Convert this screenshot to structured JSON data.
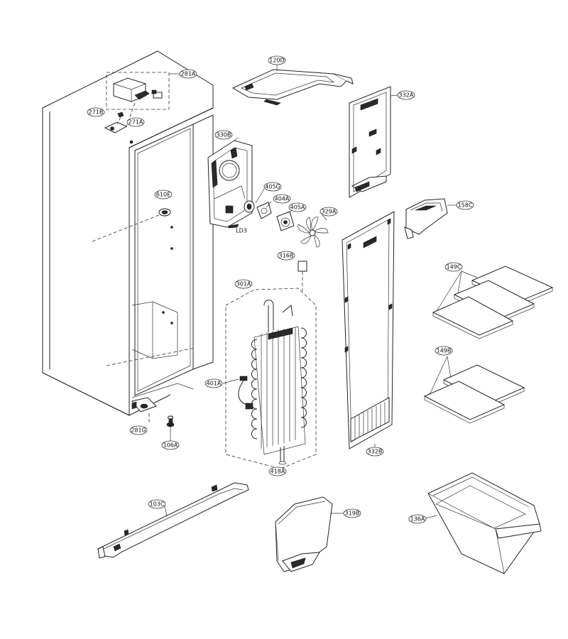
{
  "callouts": {
    "c281A": "281A",
    "c271B": "271B",
    "c271A": "271A",
    "c120D": "120D",
    "c332A": "332A",
    "c330B": "330B",
    "c405G": "405G",
    "c404A": "404A",
    "c405A": "405A",
    "c329A": "329A",
    "cLD3": "LD3",
    "c158C": "158C",
    "c610E": "610E",
    "c316B": "316B",
    "c301A": "301A",
    "c149C": "149C",
    "c149B": "149B",
    "c401A": "401A",
    "c281G": "281G",
    "c106A": "106A",
    "c418A": "418A",
    "c332B": "332B",
    "c103C": "103C",
    "c319B": "319B",
    "c136A": "136A"
  }
}
